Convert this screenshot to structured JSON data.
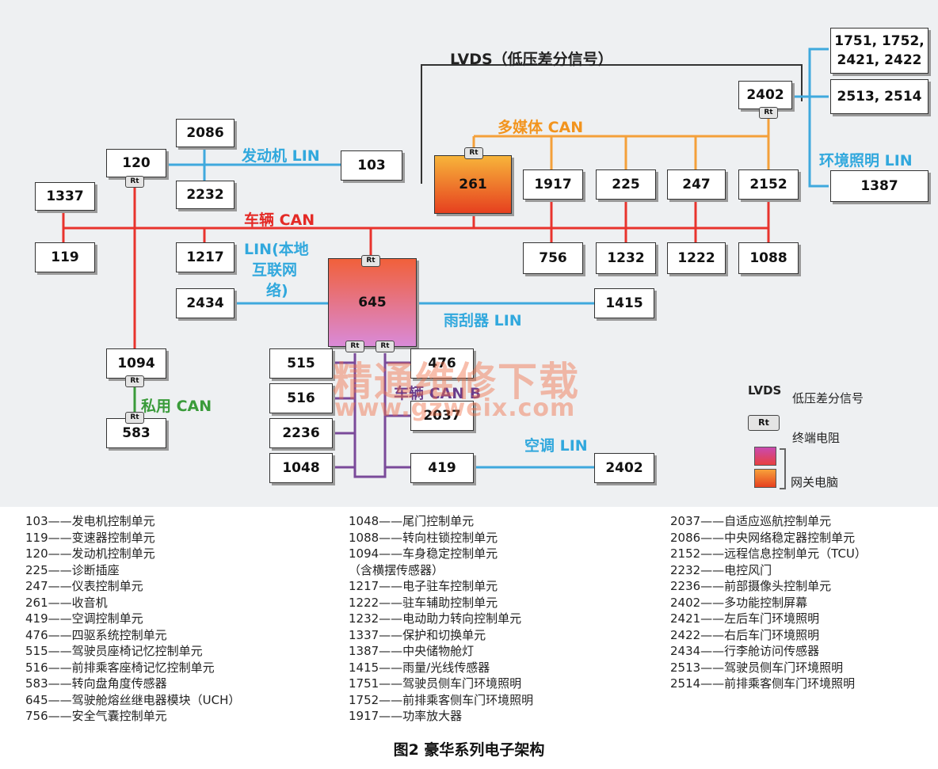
{
  "diagram": {
    "lvds_title": "LVDS（低压差分信号）",
    "bus_labels": {
      "multimedia_can": "多媒体 CAN",
      "engine_lin": "发动机 LIN",
      "vehicle_can": "车辆 CAN",
      "local_lin": "LIN(本地互联网络)",
      "local_lin_l1": "LIN(本地",
      "local_lin_l2": "互联网",
      "local_lin_l3": "络)",
      "ambient_lin": "环境照明 LIN",
      "wiper_lin": "雨刮器 LIN",
      "private_can": "私用 CAN",
      "vehicle_can_b": "车辆 CAN B",
      "ac_lin": "空调 LIN"
    },
    "nodes": {
      "n1751": "1751, 1752,",
      "n1751b": "2421, 2422",
      "n2513": "2513, 2514",
      "n2402a": "2402",
      "n1387": "1387",
      "n2086": "2086",
      "n120": "120",
      "n103": "103",
      "n2232": "2232",
      "n1337": "1337",
      "n119": "119",
      "n1217": "1217",
      "n261": "261",
      "n1917": "1917",
      "n225": "225",
      "n247": "247",
      "n2152": "2152",
      "n756": "756",
      "n1232": "1232",
      "n1222": "1222",
      "n1088": "1088",
      "n2434": "2434",
      "n645": "645",
      "n1415": "1415",
      "n1094": "1094",
      "n583": "583",
      "n515": "515",
      "n476": "476",
      "n516": "516",
      "n2037": "2037",
      "n2236": "2236",
      "n1048": "1048",
      "n419": "419",
      "n2402b": "2402"
    },
    "rt_label": "Rt",
    "legend": {
      "lvds_key": "LVDS",
      "lvds_desc": "低压差分信号",
      "rt_key": "Rt",
      "rt_desc": "终端电阻",
      "gw_desc": "网关电脑"
    },
    "watermark": {
      "line1": "精通维修下载",
      "line2": "www.gzweix.com"
    }
  },
  "legend_list": {
    "col1": [
      "103——发电机控制单元",
      "119——变速器控制单元",
      "120——发动机控制单元",
      "225——诊断插座",
      "247——仪表控制单元",
      "261——收音机",
      "419——空调控制单元",
      "476——四驱系统控制单元",
      "515——驾驶员座椅记忆控制单元",
      "516——前排乘客座椅记忆控制单元",
      "583——转向盘角度传感器",
      "645——驾驶舱熔丝继电器模块（UCH）",
      "756——安全气囊控制单元"
    ],
    "col2": [
      "1048——尾门控制单元",
      "1088——转向柱锁控制单元",
      "1094——车身稳定控制单元",
      "（含横摆传感器）",
      "1217——电子驻车控制单元",
      "1222——驻车辅助控制单元",
      "1232——电动助力转向控制单元",
      "1337——保护和切换单元",
      "1387——中央储物舱灯",
      "1415——雨量/光线传感器",
      "1751——驾驶员侧车门环境照明",
      "1752——前排乘客侧车门环境照明",
      "1917——功率放大器"
    ],
    "col3": [
      "2037——自适应巡航控制单元",
      "2086——中央网络稳定器控制单元",
      "2152——远程信息控制单元（TCU）",
      "2232——电控风门",
      "2236——前部摄像头控制单元",
      "2402——多功能控制屏幕",
      "2421——左后车门环境照明",
      "2422——右后车门环境照明",
      "2434——行李舱访问传感器",
      "2513——驾驶员侧车门环境照明",
      "2514——前排乘客侧车门环境照明"
    ]
  },
  "caption": "图2  豪华系列电子架构",
  "colors": {
    "vehicle_can": "#e8332d",
    "lin": "#3fa9dd",
    "multimedia_can": "#f4a03a",
    "private_can": "#3a9b3a",
    "can_b": "#7a4a9a",
    "lvds": "#333333"
  }
}
